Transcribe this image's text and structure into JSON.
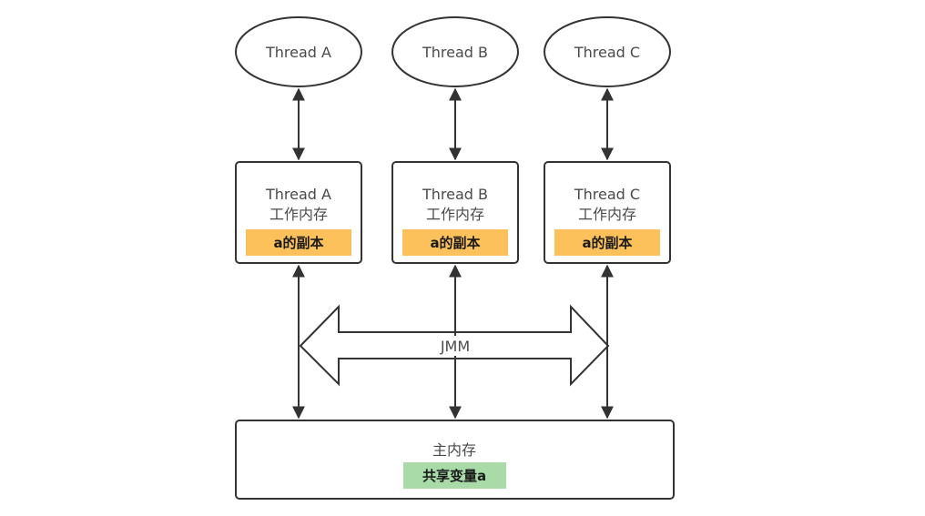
{
  "threads": [
    {
      "ellipse_label": "Thread A",
      "memory_title": "Thread A",
      "memory_subtitle": "工作内存",
      "copy_label": "a的副本"
    },
    {
      "ellipse_label": "Thread B",
      "memory_title": "Thread B",
      "memory_subtitle": "工作内存",
      "copy_label": "a的副本"
    },
    {
      "ellipse_label": "Thread C",
      "memory_title": "Thread C",
      "memory_subtitle": "工作内存",
      "copy_label": "a的副本"
    }
  ],
  "jmm": {
    "label": "JMM"
  },
  "main_memory": {
    "title": "主内存",
    "shared_label": "共享变量a"
  },
  "colors": {
    "stroke": "#333333",
    "copy_fill": "#fdc15c",
    "shared_fill": "#a8dba8"
  }
}
